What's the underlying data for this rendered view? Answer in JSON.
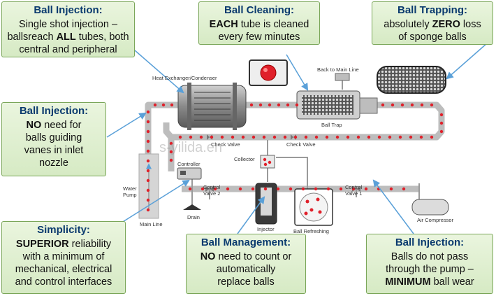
{
  "callouts": {
    "injection_top": {
      "title": "Ball Injection:",
      "line1": "Single shot injection –",
      "line2a": "ballsreach ",
      "line2b": "ALL",
      "line2c": " tubes, both",
      "line3": "central and peripheral"
    },
    "cleaning": {
      "title": "Ball Cleaning:",
      "line1a": "EACH",
      "line1b": " tube is cleaned",
      "line2": "every few minutes"
    },
    "trapping": {
      "title": "Ball Trapping:",
      "line1a": "absolutely ",
      "line1b": "ZERO",
      "line1c": " loss",
      "line2": "of sponge balls"
    },
    "injection_left": {
      "title": "Ball Injection:",
      "line1a": "NO",
      "line1b": " need for",
      "line2": "balls guiding",
      "line3": "vanes in inlet",
      "line4": "nozzle"
    },
    "simplicity": {
      "title": "Simplicity:",
      "line1a": "SUPERIOR",
      "line1b": " reliability",
      "line2": "with a minimum of",
      "line3": "mechanical, electrical",
      "line4": "and control interfaces"
    },
    "management": {
      "title": "Ball Management:",
      "line1a": "NO",
      "line1b": " need to count or",
      "line2": "automatically",
      "line3": "replace balls"
    },
    "injection_right": {
      "title": "Ball Injection:",
      "line1": "Balls do not pass",
      "line2": "through the pump –",
      "line3a": "MINIMUM",
      "line3b": " ball wear"
    }
  },
  "diagram_labels": {
    "heat_exchanger": "Heat Exchanger/Condenser",
    "back_to_main": "Back to Main Line",
    "ball_trap": "Ball Trap",
    "check_valve_left": "Check Valve",
    "check_valve_right": "Check Valve",
    "collector": "Collector",
    "controller": "Controller",
    "control_valve_2": "Control Valve 2",
    "control_valve_1": "Control Valve 1",
    "water_pump": "Water Pump",
    "main_line": "Main Line",
    "drain": "Drain",
    "injector": "Injector",
    "ball_refreshing": "Ball Refreshing",
    "air_compressor": "Air Compressor"
  },
  "watermark": "s-yilida.en",
  "colors": {
    "callout_fill": "#e2f0d6",
    "callout_border": "#7aa659",
    "title": "#0a3a6e",
    "pipe": "#b9b9b9",
    "ball": "#e0202a",
    "arrow": "#5aa0d8"
  }
}
